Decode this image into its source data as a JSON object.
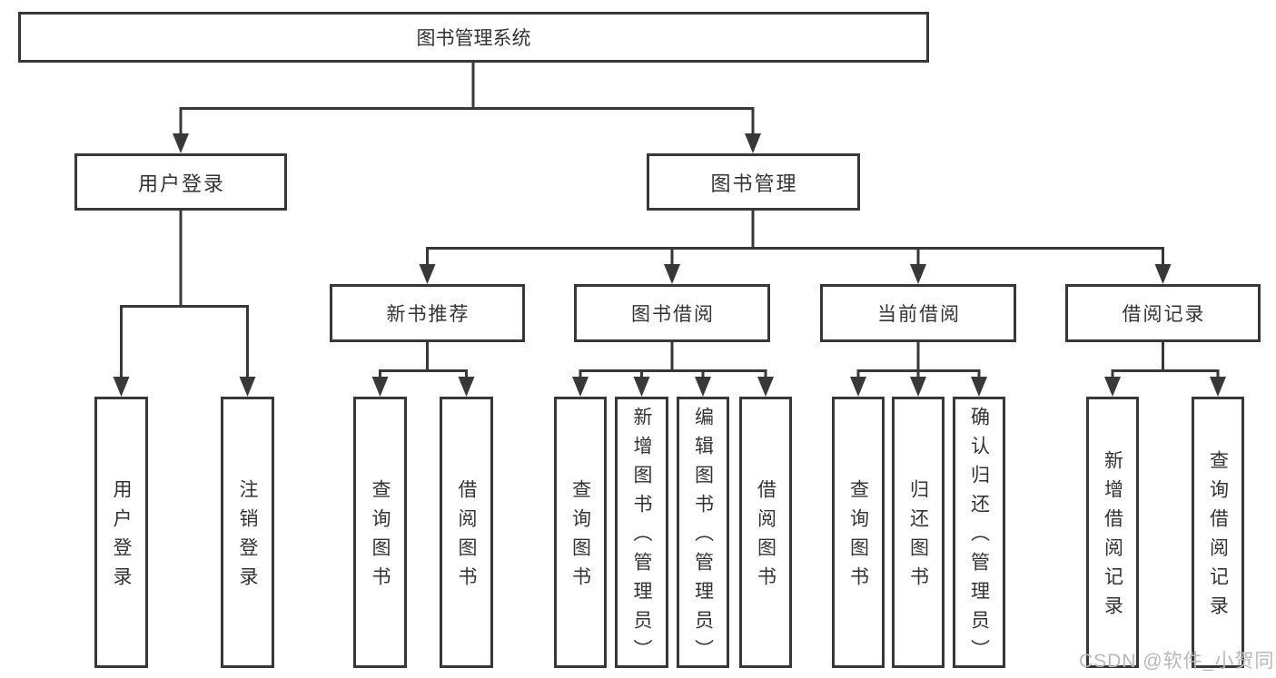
{
  "tree": {
    "root": "图书管理系统",
    "children": [
      {
        "label": "用户登录",
        "children": [
          {
            "label": "用户登录"
          },
          {
            "label": "注销登录"
          }
        ]
      },
      {
        "label": "图书管理",
        "children": [
          {
            "label": "新书推荐",
            "children": [
              {
                "label": "查询图书"
              },
              {
                "label": "借阅图书"
              }
            ]
          },
          {
            "label": "图书借阅",
            "children": [
              {
                "label": "查询图书"
              },
              {
                "label": "新增图书（管理员）"
              },
              {
                "label": "编辑图书（管理员）"
              },
              {
                "label": "借阅图书"
              }
            ]
          },
          {
            "label": "当前借阅",
            "children": [
              {
                "label": "查询图书"
              },
              {
                "label": "归还图书"
              },
              {
                "label": "确认归还（管理员）"
              }
            ]
          },
          {
            "label": "借阅记录",
            "children": [
              {
                "label": "新增借阅记录"
              },
              {
                "label": "查询借阅记录"
              }
            ]
          }
        ]
      }
    ]
  },
  "watermark": {
    "text": "CSDN @软件_小贺同学"
  },
  "colors": {
    "line": "#383838",
    "box_border": "#383838",
    "text": "#333333",
    "background": "#ffffff",
    "watermark": "#b8b8b8"
  }
}
